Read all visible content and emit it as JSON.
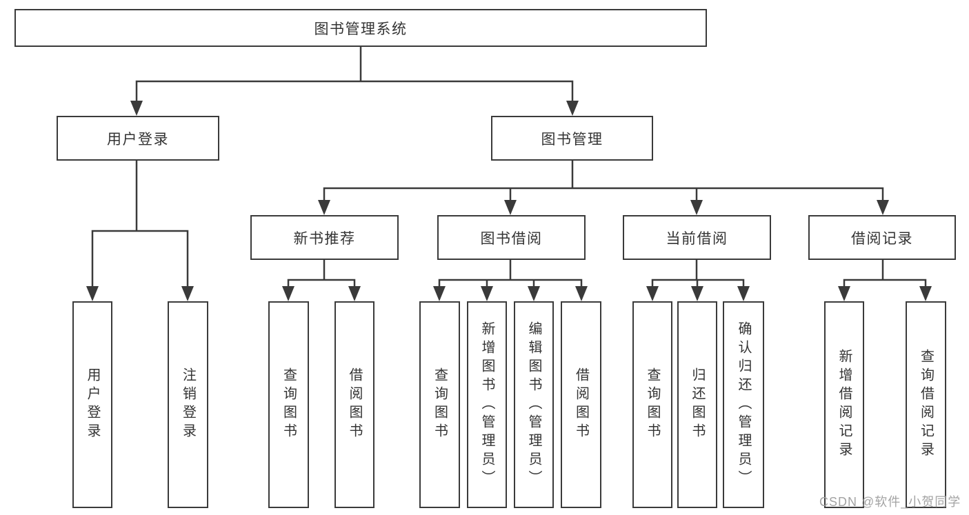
{
  "tree": {
    "label": "图书管理系统",
    "children": [
      {
        "label": "用户登录",
        "children": [
          {
            "label": "用户登录"
          },
          {
            "label": "注销登录"
          }
        ]
      },
      {
        "label": "图书管理",
        "children": [
          {
            "label": "新书推荐",
            "children": [
              {
                "label": "查询图书"
              },
              {
                "label": "借阅图书"
              }
            ]
          },
          {
            "label": "图书借阅",
            "children": [
              {
                "label": "查询图书"
              },
              {
                "label": "新增图书（管理员）"
              },
              {
                "label": "编辑图书（管理员）"
              },
              {
                "label": "借阅图书"
              }
            ]
          },
          {
            "label": "当前借阅",
            "children": [
              {
                "label": "查询图书"
              },
              {
                "label": "归还图书"
              },
              {
                "label": "确认归还（管理员）"
              }
            ]
          },
          {
            "label": "借阅记录",
            "children": [
              {
                "label": "新增借阅记录"
              },
              {
                "label": "查询借阅记录"
              }
            ]
          }
        ]
      }
    ]
  },
  "watermark": {
    "text": "CSDN @软件_小贺同学"
  },
  "colors": {
    "line": "#3a3a3a",
    "box_border": "#3a3a3a",
    "text": "#333333",
    "watermark": "#a3a3a3",
    "background": "#ffffff"
  }
}
